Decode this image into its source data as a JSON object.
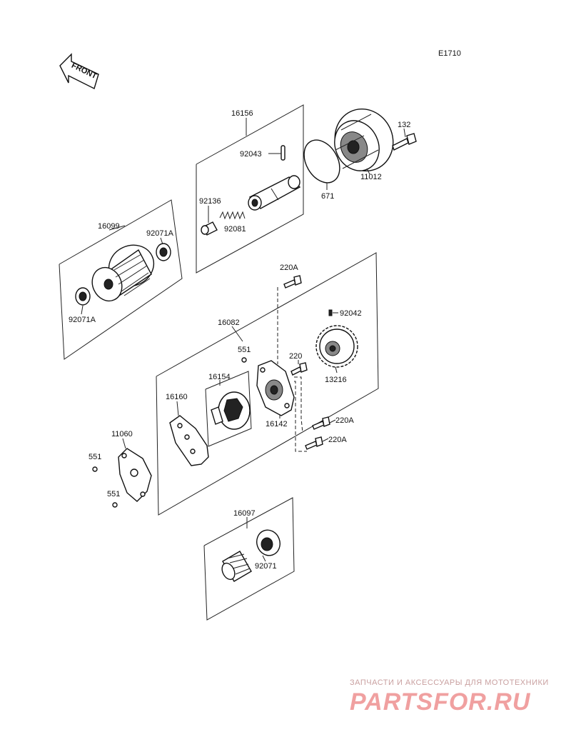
{
  "diagram_code": "E1710",
  "front_label": "FRONT",
  "labels": {
    "p16156": "16156",
    "p92043": "92043",
    "p92136": "92136",
    "p92081": "92081",
    "p671": "671",
    "p132": "132",
    "p11012": "11012",
    "p16099": "16099",
    "p92071A_top": "92071A",
    "p92071A_bottom": "92071A",
    "p220A_top": "220A",
    "p92042": "92042",
    "p16082": "16082",
    "p551_mid": "551",
    "p220": "220",
    "p13216": "13216",
    "p16154": "16154",
    "p16160": "16160",
    "p16142": "16142",
    "p220A_mid": "220A",
    "p220A_low": "220A",
    "p11060": "11060",
    "p551_left_top": "551",
    "p551_left_bottom": "551",
    "p16097": "16097",
    "p92071": "92071"
  },
  "watermark": {
    "tagline": "ЗАПЧАСТИ И АКСЕССУАРЫ ДЛЯ МОТОТЕХНИКИ",
    "logo_text": "PARTSFOR.RU"
  }
}
